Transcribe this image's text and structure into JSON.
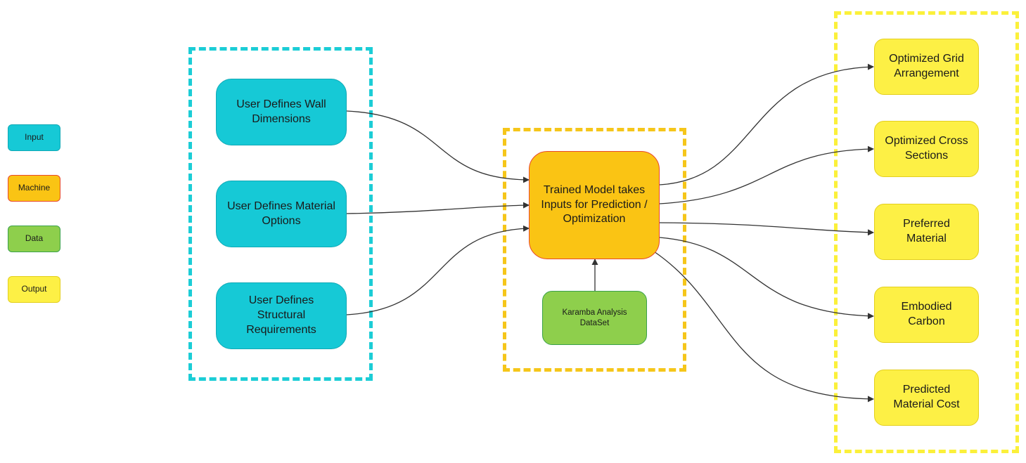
{
  "legend": {
    "input": "Input",
    "machine": "Machine",
    "data": "Data",
    "output": "Output"
  },
  "inputs": {
    "wall": "User Defines Wall Dimensions",
    "material": "User Defines Material Options",
    "structural": "User Defines Structural Requirements"
  },
  "machine": {
    "model": "Trained Model takes Inputs for Prediction / Optimization",
    "dataset": "Karamba Analysis DataSet"
  },
  "outputs": {
    "grid": "Optimized Grid Arrangement",
    "cross": "Optimized Cross Sections",
    "material": "Preferred Material",
    "carbon": "Embodied Carbon",
    "cost": "Predicted Material Cost"
  },
  "colors": {
    "input": "#16c9d6",
    "machine": "#fac414",
    "data": "#8ecf4c",
    "output": "#fdf045",
    "input_frame": "#1ccdd6",
    "machine_frame": "#f5c61a",
    "output_frame": "#fbf03a",
    "arrow": "#333333"
  }
}
